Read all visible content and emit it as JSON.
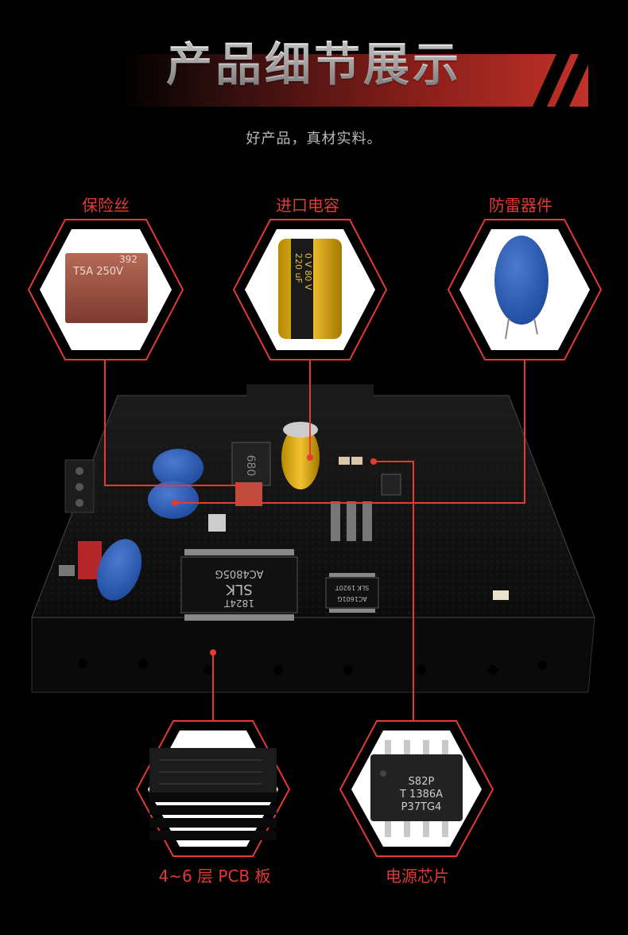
{
  "header": {
    "title": "产品细节展示",
    "subtitle": "好产品，真材实料。"
  },
  "colors": {
    "accent": "#e23a34",
    "background": "#000000",
    "board": "#151515"
  },
  "callouts": [
    {
      "label": "保险丝",
      "icon": "fuse-icon",
      "text": "T5A 250V",
      "text2": "392"
    },
    {
      "label": "进口电容",
      "icon": "capacitor-icon",
      "text": "0 V 80 V",
      "text2": "220 uF"
    },
    {
      "label": "防雷器件",
      "icon": "varistor-icon"
    },
    {
      "label": "4~6 层 PCB 板",
      "icon": "pcb-layers-icon"
    },
    {
      "label": "电源芯片",
      "icon": "power-chip-icon",
      "text": "S82P",
      "text2": "T 1386A",
      "text3": "P37TG4"
    }
  ],
  "board": {
    "chip_main_line1": "SLK",
    "chip_main_line2": "AC4805G",
    "chip_main_line3": "1824T",
    "chip_small_line1": "SLK 1920T",
    "chip_small_line2": "AC1601G",
    "inductor_text": "680"
  }
}
